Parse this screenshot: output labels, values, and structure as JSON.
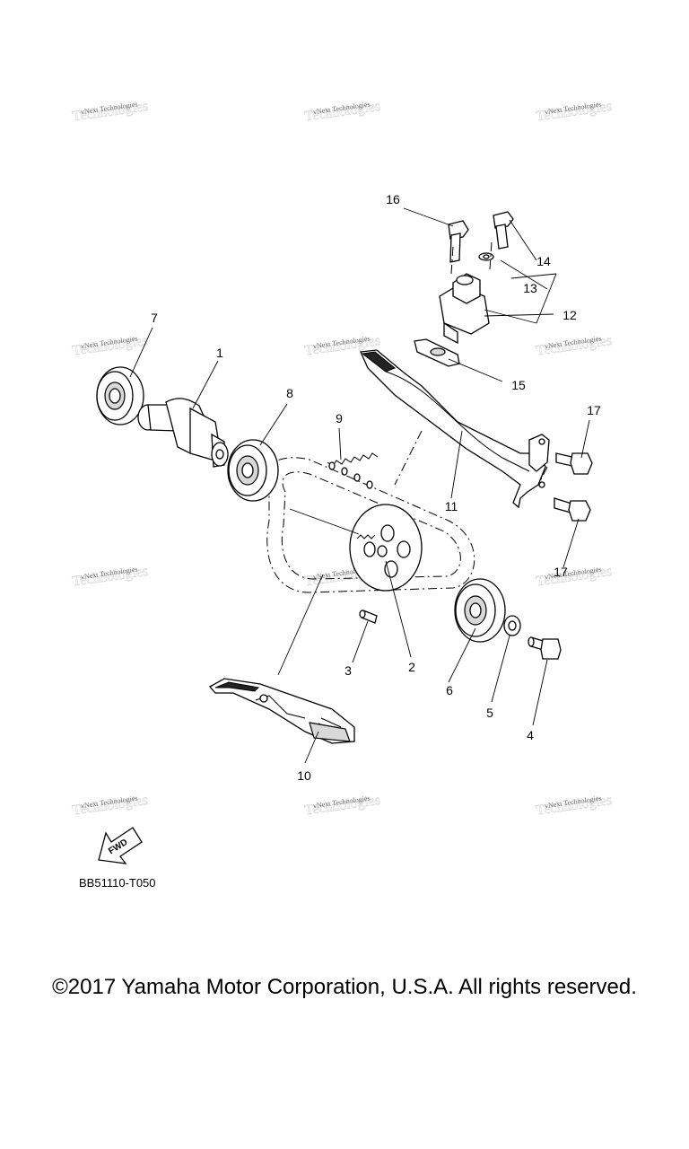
{
  "watermark": {
    "text": "vNext Technologies"
  },
  "callouts": {
    "c1": "1",
    "c2": "2",
    "c3": "3",
    "c4": "4",
    "c5": "5",
    "c6": "6",
    "c7": "7",
    "c8": "8",
    "c9": "9",
    "c10": "10",
    "c11": "11",
    "c12": "12",
    "c13": "13",
    "c14": "14",
    "c15": "15",
    "c16": "16",
    "c17a": "17",
    "c17b": "17"
  },
  "fwd_arrow": {
    "label": "FWD"
  },
  "diagram_code": "BB51110-T050",
  "copyright": "©2017 Yamaha Motor Corporation, U.S.A. All rights reserved."
}
